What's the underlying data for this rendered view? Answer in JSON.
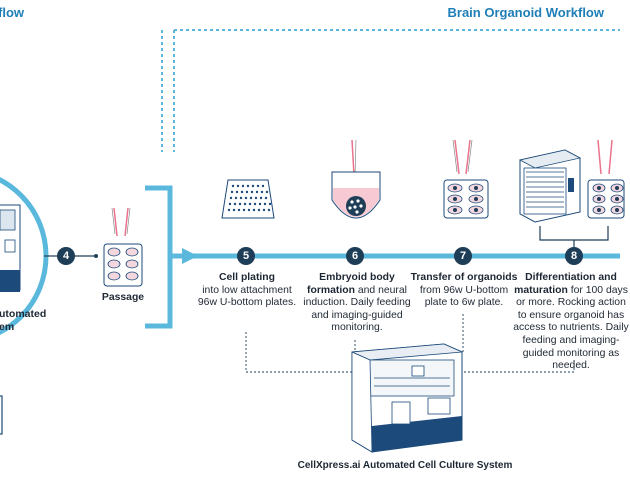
{
  "header": {
    "left_title": "flow",
    "right_title": "Brain Organoid Workflow"
  },
  "left_panel": {
    "caption_line1": "utomated",
    "caption_line2": "em"
  },
  "passage": {
    "step": "4",
    "label": "Passage"
  },
  "steps": [
    {
      "number": "5",
      "title": "Cell plating",
      "text": "into low attachment 96w U-bottom plates."
    },
    {
      "number": "6",
      "title": "Embryoid body formation",
      "text": "and neural induction. Daily feeding and  imaging-guided monitoring."
    },
    {
      "number": "7",
      "title": "Transfer of organoids",
      "text": "from 96w U-bottom plate to 6w plate."
    },
    {
      "number": "8",
      "title": "Differentiation and maturation",
      "text": "for 100 days or more. Rocking action to ensure organoid has access to nutrients. Daily feeding and imaging-guided monitoring as needed."
    }
  ],
  "system": {
    "caption": "CellXpress.ai Automated Cell Culture System"
  },
  "colors": {
    "accent": "#5ab8dc",
    "node": "#1e3e57",
    "header": "#1e7fb8",
    "machine": "#1c4a7a",
    "dotted": "#5ab8dc"
  }
}
